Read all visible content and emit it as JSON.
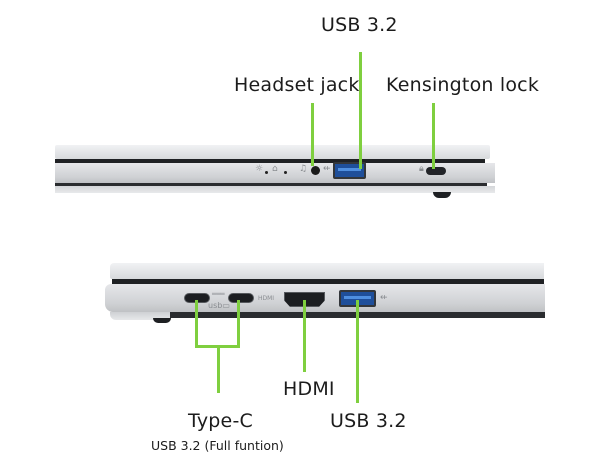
{
  "top_view": {
    "labels": {
      "usb": "USB 3.2",
      "headset": "Headset jack",
      "kensington": "Kensington lock"
    },
    "ports": [
      "power-led-indicator",
      "battery-led-indicator",
      "headset-jack",
      "usb-a-3.2",
      "kensington-lock"
    ]
  },
  "bottom_view": {
    "labels": {
      "typec": "Type-C",
      "typec_sub": "USB 3.2 (Full funtion)",
      "hdmi": "HDMI",
      "usb": "USB 3.2"
    },
    "ports": [
      "usb-type-c-1",
      "usb-type-c-2",
      "hdmi",
      "usb-a-3.2"
    ]
  },
  "colors": {
    "callout_line": "#7fcf3f",
    "usb_port": "#1f4f9a",
    "chassis": "#d9dbde",
    "text": "#1c1c1c"
  }
}
